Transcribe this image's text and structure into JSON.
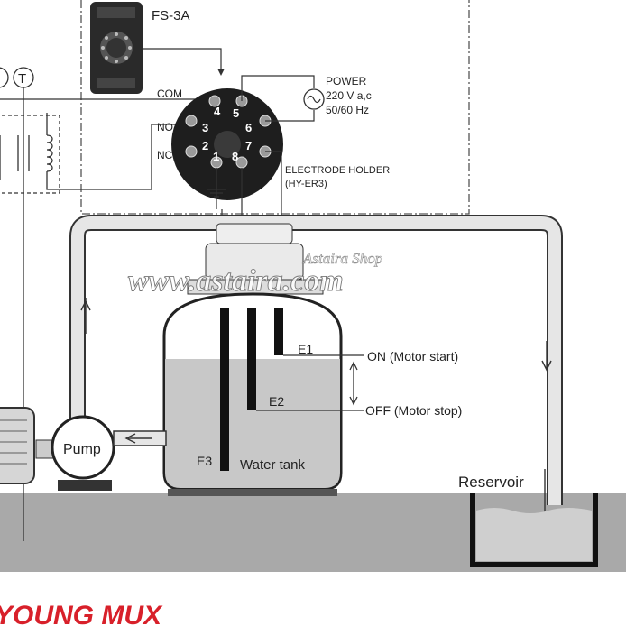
{
  "relay": {
    "model": "FS-3A",
    "terminals": {
      "com": "COM",
      "no": "NO",
      "nc": "NC"
    },
    "pins": [
      "1",
      "2",
      "3",
      "4",
      "5",
      "6",
      "7",
      "8"
    ]
  },
  "power": {
    "title": "POWER",
    "voltage": "220 V a,c",
    "frequency": "50/60 Hz"
  },
  "electrode_holder": {
    "line1": "ELECTRODE HOLDER",
    "line2": "(HY-ER3)"
  },
  "switch_symbols": [
    "T"
  ],
  "electrodes": [
    "E1",
    "E2",
    "E3"
  ],
  "levels": {
    "on": "ON (Motor start)",
    "off": "OFF (Motor stop)"
  },
  "components": {
    "pump": "Pump",
    "tank": "Water tank",
    "reservoir": "Reservoir"
  },
  "watermark": {
    "shop": "Astaira Shop",
    "site": "www.astaira.com"
  },
  "logo": {
    "text": "YOUNG MUX",
    "color": "#d8202a"
  },
  "colors": {
    "pipe_outline": "#333333",
    "pipe_fill": "#e6e6e6",
    "water": "#c8c8c8",
    "ground": "#a9a9a9",
    "socket": "#1e1e1e",
    "electrode": "#111111"
  }
}
